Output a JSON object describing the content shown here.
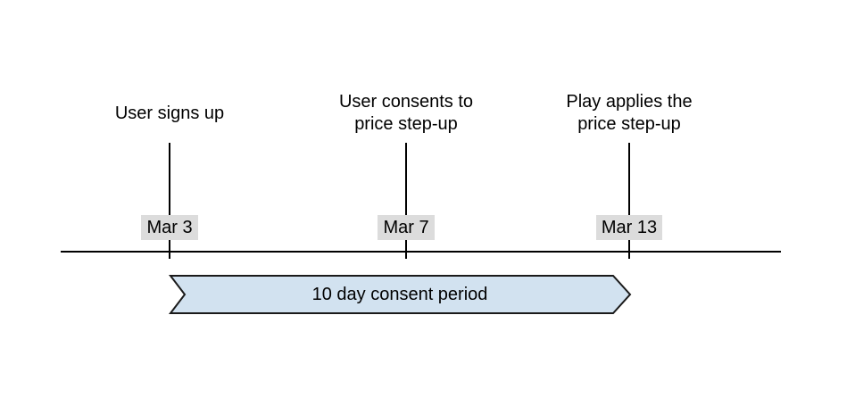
{
  "diagram": {
    "events": [
      {
        "title": "User signs up",
        "date": "Mar 3"
      },
      {
        "title": "User consents to price step-up",
        "date": "Mar 7"
      },
      {
        "title": "Play applies the price step-up",
        "date": "Mar 13"
      }
    ],
    "banner": {
      "label": "10 day consent period"
    }
  },
  "colors": {
    "background": "#ffffff",
    "text": "#000000",
    "line": "#000000",
    "date-label-bg": "#dcdcdc",
    "banner-fill": "#d2e2f0",
    "banner-border": "#1a1a1a"
  }
}
